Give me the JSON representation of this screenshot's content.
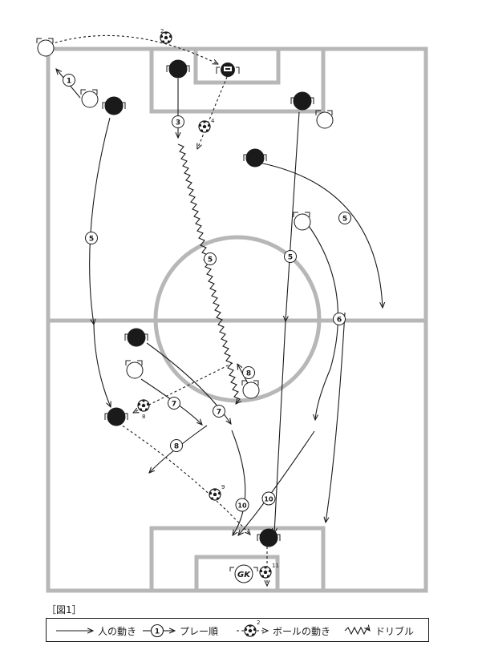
{
  "figure": {
    "caption": "［図1］",
    "labels": {
      "gk": "GK"
    },
    "play_numbers": {
      "p1": "1",
      "p3": "3",
      "p5a": "5",
      "p5b": "5",
      "p5c": "5",
      "p5d": "5",
      "p6": "6",
      "p7a": "7",
      "p7b": "7",
      "p8a": "8",
      "p8b": "8",
      "p10a": "10",
      "p10b": "10"
    },
    "ball_numbers": {
      "b2": "2",
      "b4": "4",
      "b8": "8",
      "b9": "9",
      "b11": "11"
    }
  },
  "legend": {
    "person_move": "人の動き",
    "play_order": "プレー順",
    "play_order_number": "1",
    "ball_move": "ボールの動き",
    "ball_move_number": "2",
    "dribble": "ドリブル"
  },
  "colors": {
    "pitch_line": "#b7b7b7",
    "ink": "#1a1a1a"
  }
}
